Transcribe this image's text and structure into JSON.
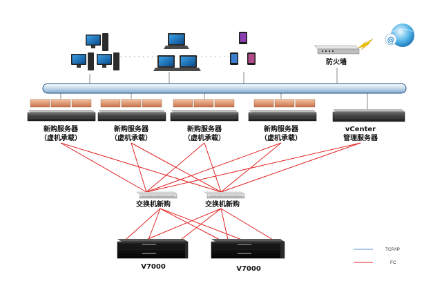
{
  "firewall_label": "防火墙",
  "servers": [
    {
      "line1": "新购服务器",
      "line2": "（虚机承载）"
    },
    {
      "line1": "新购服务器",
      "line2": "（虚机承载）"
    },
    {
      "line1": "新购服务器",
      "line2": "（虚机承载）"
    },
    {
      "line1": "新购服务器",
      "line2": "（虚机承载）"
    },
    {
      "line1": "vCenter",
      "line2": "管理服务器"
    }
  ],
  "switches": [
    {
      "label": "交换机新购"
    },
    {
      "label": "交换机新购"
    }
  ],
  "storage": [
    {
      "label": "V7000"
    },
    {
      "label": "V7000"
    }
  ],
  "legend": [
    {
      "label": "TCP/IP",
      "color": "#5b8fd6"
    },
    {
      "label": "FC",
      "color": "#e02020"
    }
  ],
  "colors": {
    "fc_line": "#e02020",
    "tcpip_line": "#5b8fd6",
    "backbone": "#8fbad8",
    "server_dark": "#3a3a3a",
    "storage_dark": "#141414",
    "vm_card": "#d9946b"
  },
  "icons": {
    "internet": "globe-at-icon",
    "firewall": "firewall-appliance-icon",
    "link": "lightning-icon",
    "desktops": "desktop-pc-icon",
    "laptops": "laptop-icon",
    "tablets": "tablet-icon"
  }
}
